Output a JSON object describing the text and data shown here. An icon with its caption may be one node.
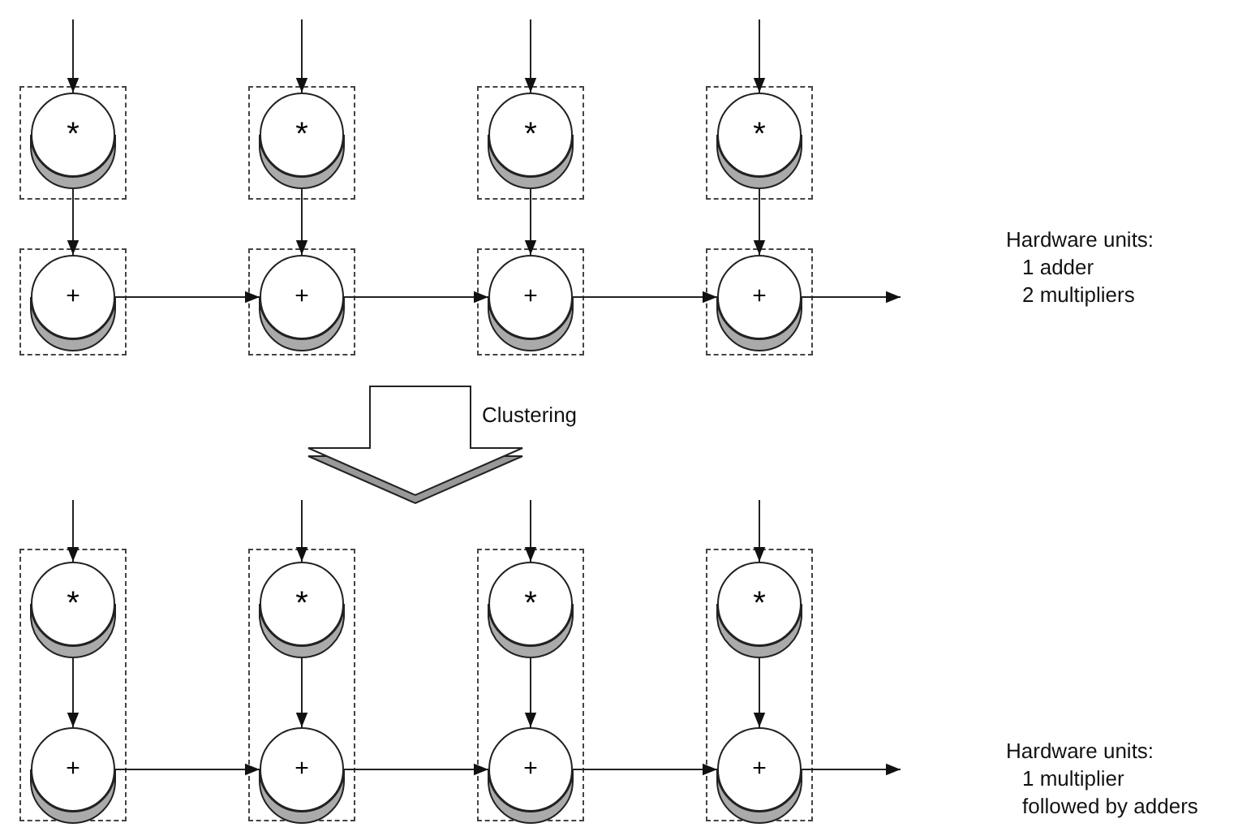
{
  "diagram": {
    "nodes": [
      {
        "text": [],
        "shape": "box"
      },
      {
        "text": [
          "*"
        ],
        "in": 0
      },
      {
        "text": [],
        "shape": "box"
      },
      {
        "text": [
          "*"
        ],
        "in": 2
      },
      {
        "text": [],
        "shape": "box"
      },
      {
        "text": [
          "*"
        ],
        "in": 4
      },
      {
        "text": [],
        "shape": "box"
      },
      {
        "text": [
          "*"
        ],
        "in": 6
      },
      {
        "text": [],
        "shape": "box"
      },
      {
        "text": [
          "+"
        ],
        "in": 8
      },
      {
        "text": [],
        "shape": "box"
      },
      {
        "text": [
          "+"
        ],
        "in": 10
      },
      {
        "text": [],
        "shape": "box"
      },
      {
        "text": [
          "+"
        ],
        "in": 12
      },
      {
        "text": [],
        "shape": "box"
      },
      {
        "text": [
          "+"
        ],
        "in": 14
      },
      {
        "text": [],
        "shape": "box"
      },
      {
        "text": [
          "*"
        ],
        "in": 16
      },
      {
        "text": [
          "+"
        ],
        "in": 16
      },
      {
        "text": [],
        "shape": "box"
      },
      {
        "text": [
          "*"
        ],
        "in": 19
      },
      {
        "text": [
          "+"
        ],
        "in": 19
      },
      {
        "text": [],
        "shape": "box"
      },
      {
        "text": [
          "*"
        ],
        "in": 22
      },
      {
        "text": [
          "+"
        ],
        "in": 22
      },
      {
        "text": [],
        "shape": "box"
      },
      {
        "text": [
          "*"
        ],
        "in": 25
      },
      {
        "text": [
          "+"
        ],
        "in": 25
      }
    ],
    "edges": [
      {
        "from": null,
        "to": 1,
        "arrow": "to"
      },
      {
        "from": null,
        "to": 3,
        "arrow": "to"
      },
      {
        "from": null,
        "to": 5,
        "arrow": "to"
      },
      {
        "from": null,
        "to": 7,
        "arrow": "to"
      },
      {
        "from": 1,
        "to": 9,
        "arrow": "to"
      },
      {
        "from": 3,
        "to": 11,
        "arrow": "to"
      },
      {
        "from": 5,
        "to": 13,
        "arrow": "to"
      },
      {
        "from": 7,
        "to": 15,
        "arrow": "to"
      },
      {
        "from": 9,
        "to": 11,
        "arrow": "to"
      },
      {
        "from": 11,
        "to": 13,
        "arrow": "to"
      },
      {
        "from": 13,
        "to": 15,
        "arrow": "to"
      },
      {
        "from": 15,
        "to": null,
        "arrow": "to"
      },
      {
        "from": null,
        "to": 17,
        "arrow": "to"
      },
      {
        "from": null,
        "to": 20,
        "arrow": "to"
      },
      {
        "from": null,
        "to": 23,
        "arrow": "to"
      },
      {
        "from": null,
        "to": 26,
        "arrow": "to"
      },
      {
        "from": 17,
        "to": 18,
        "arrow": "to"
      },
      {
        "from": 20,
        "to": 21,
        "arrow": "to"
      },
      {
        "from": 23,
        "to": 24,
        "arrow": "to"
      },
      {
        "from": 26,
        "to": 27,
        "arrow": "to"
      },
      {
        "from": 18,
        "to": 21,
        "arrow": "to"
      },
      {
        "from": 21,
        "to": 24,
        "arrow": "to"
      },
      {
        "from": 24,
        "to": 27,
        "arrow": "to"
      },
      {
        "from": 27,
        "to": null,
        "arrow": "to"
      }
    ],
    "labels": [
      "Hardware units:",
      "1 adder",
      "2 multipliers",
      "Clustering",
      "Hardware units:",
      "1 multiplier",
      "followed by adders"
    ]
  }
}
